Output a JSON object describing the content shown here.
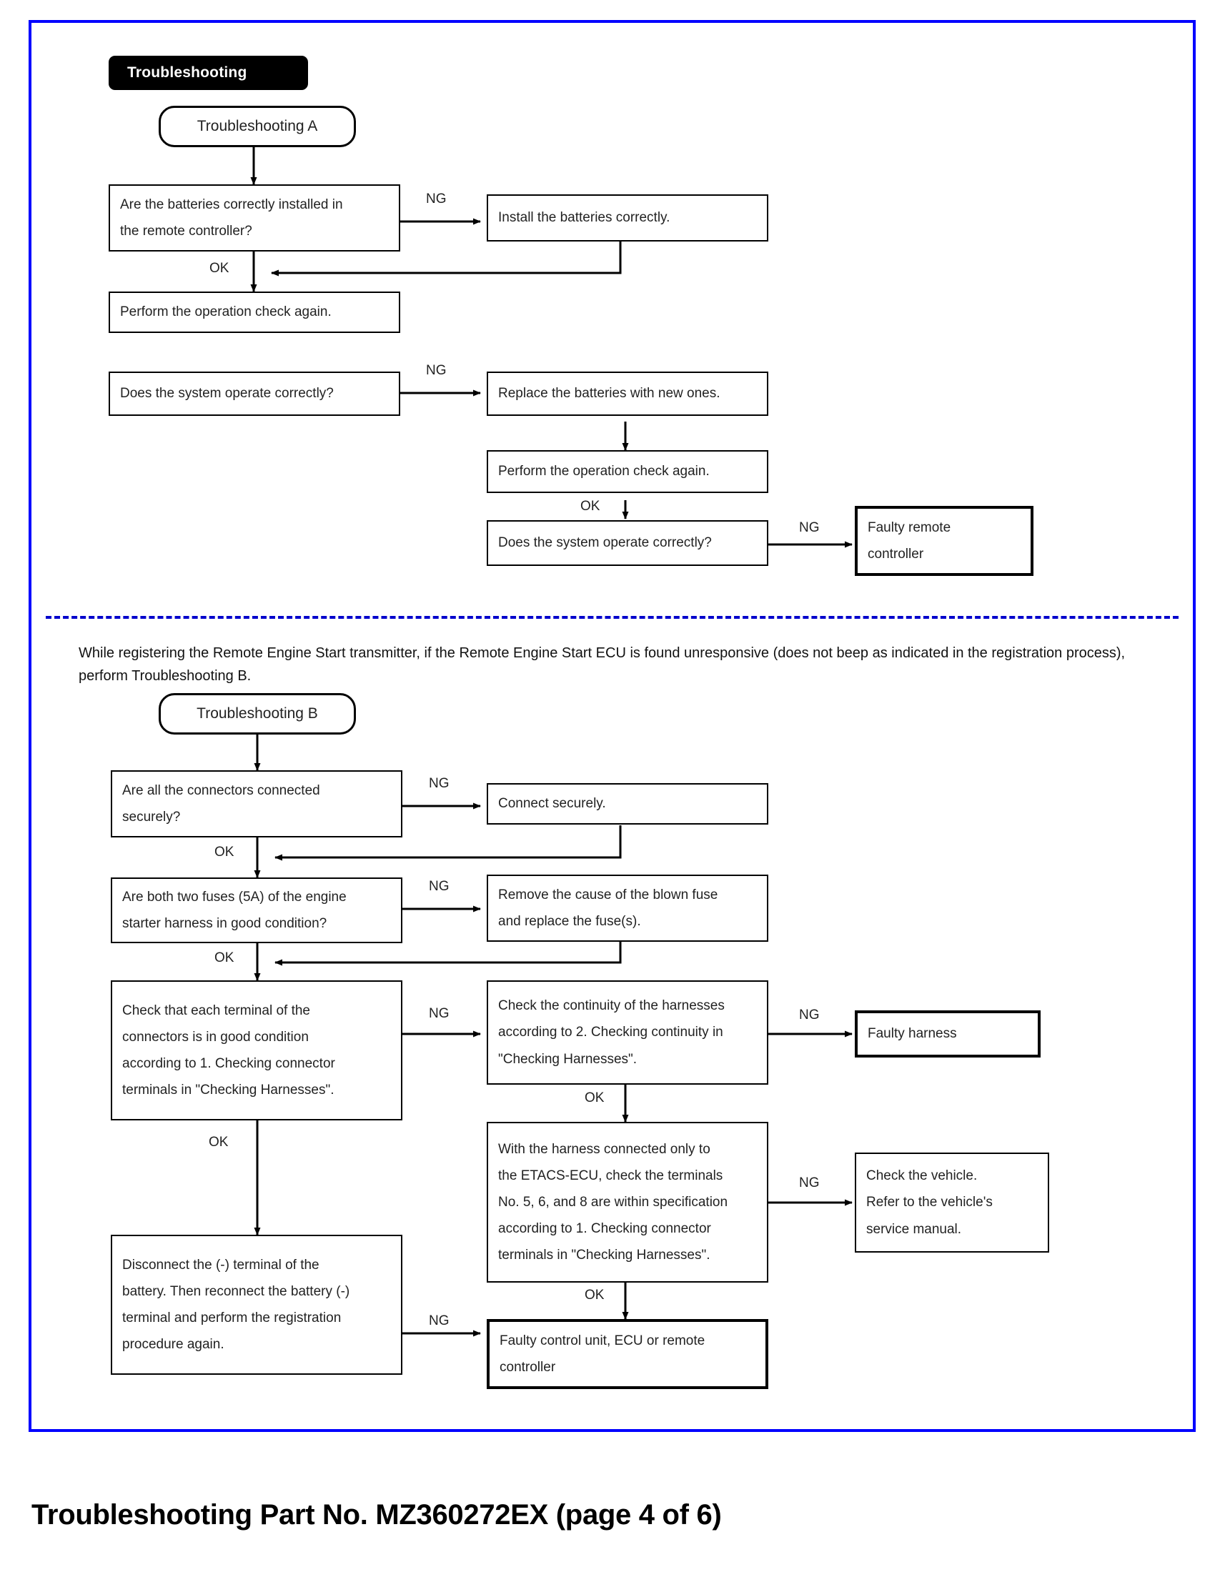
{
  "page": {
    "border_color": "#0000ff",
    "footer": "Troubleshooting Part No. MZ360272EX (page 4 of 6)"
  },
  "header": {
    "badge": "Troubleshooting"
  },
  "note": "While registering the Remote Engine Start transmitter, if the Remote Engine Start ECU is found unresponsive (does not beep as indicated in the registration process), perform Troubleshooting B.",
  "labels": {
    "ok": "OK",
    "ng": "NG"
  },
  "flow_a": {
    "start": "Troubleshooting A",
    "q1": {
      "l1": "Are the batteries correctly installed in",
      "l2": "the remote controller?"
    },
    "a1": "Install the batteries correctly.",
    "s1": "Perform the operation check again.",
    "q2": "Does the system operate correctly?",
    "a2": "Replace the batteries with new ones.",
    "s2": "Perform the operation check again.",
    "q3": "Does the system operate correctly?",
    "end": {
      "l1": "Faulty remote",
      "l2": "controller"
    },
    "edges": [
      {
        "from": "q1",
        "to": "a1",
        "label": "NG"
      },
      {
        "from": "q1",
        "to": "s1",
        "label": "OK"
      },
      {
        "from": "q2",
        "to": "a2",
        "label": "NG"
      },
      {
        "from": "s2",
        "to": "q3",
        "label": "OK"
      },
      {
        "from": "q3",
        "to": "end",
        "label": "NG"
      }
    ]
  },
  "flow_b": {
    "start": "Troubleshooting B",
    "q1": {
      "l1": "Are all the connectors connected",
      "l2": "securely?"
    },
    "a1": "Connect securely.",
    "q2": {
      "l1": "Are both two fuses (5A) of the engine",
      "l2": "starter harness in good condition?"
    },
    "a2": {
      "l1": "Remove the cause of the blown fuse",
      "l2": "and replace the fuse(s)."
    },
    "q3": {
      "l1": "Check that each terminal of the",
      "l2": "connectors is in good condition",
      "l3": "according to 1. Checking connector",
      "l4": "terminals in \"Checking Harnesses\"."
    },
    "q4": {
      "l1": "Check the continuity of the harnesses",
      "l2": "according to 2. Checking continuity in",
      "l3": "\"Checking Harnesses\"."
    },
    "end1": "Faulty harness",
    "q5": {
      "l1": "With the harness connected only to",
      "l2": "the ETACS-ECU, check the terminals",
      "l3": "No. 5, 6, and 8 are within specification",
      "l4": "according to 1. Checking connector",
      "l5": "terminals in \"Checking Harnesses\"."
    },
    "end2": {
      "l1": "Check the vehicle.",
      "l2": "Refer to the vehicle's",
      "l3": "service manual."
    },
    "q6": {
      "l1": "Disconnect the (-) terminal of the",
      "l2": "battery. Then reconnect the battery (-)",
      "l3": "terminal and perform the registration",
      "l4": "procedure again."
    },
    "end3": {
      "l1": "Faulty control unit, ECU or remote",
      "l2": "controller"
    },
    "edges": [
      {
        "from": "q1",
        "to": "a1",
        "label": "NG"
      },
      {
        "from": "q1",
        "to": "q2",
        "label": "OK"
      },
      {
        "from": "q2",
        "to": "a2",
        "label": "NG"
      },
      {
        "from": "q2",
        "to": "q3",
        "label": "OK"
      },
      {
        "from": "q3",
        "to": "q4",
        "label": "NG"
      },
      {
        "from": "q3",
        "to": "q6",
        "label": "OK"
      },
      {
        "from": "q4",
        "to": "end1",
        "label": "NG"
      },
      {
        "from": "q4",
        "to": "q5",
        "label": "OK"
      },
      {
        "from": "q5",
        "to": "end2",
        "label": "NG"
      },
      {
        "from": "q5",
        "to": "end3",
        "label": "OK"
      },
      {
        "from": "q6",
        "to": "end3",
        "label": "NG"
      }
    ]
  }
}
